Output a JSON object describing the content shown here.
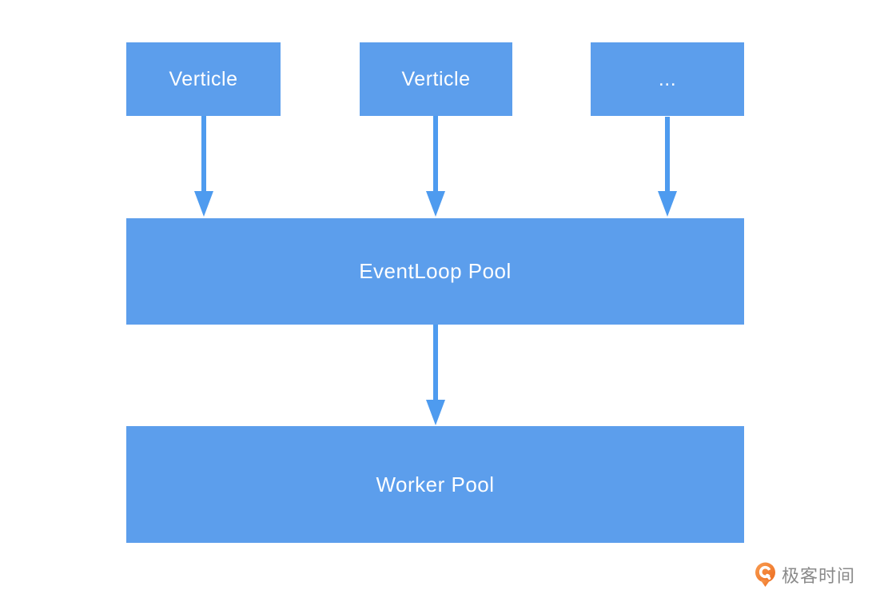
{
  "diagram": {
    "top_nodes": [
      {
        "label": "Verticle"
      },
      {
        "label": "Verticle"
      },
      {
        "label": "..."
      }
    ],
    "middle_node": {
      "label": "EventLoop Pool"
    },
    "bottom_node": {
      "label": "Worker Pool"
    },
    "arrows": [
      {
        "from": "verticle-1",
        "to": "eventloop-pool",
        "direction": "down"
      },
      {
        "from": "verticle-2",
        "to": "eventloop-pool",
        "direction": "down"
      },
      {
        "from": "verticle-3",
        "to": "eventloop-pool",
        "direction": "down"
      },
      {
        "from": "eventloop-pool",
        "to": "worker-pool",
        "direction": "down"
      }
    ]
  },
  "branding": {
    "logo_text": "极客时间"
  },
  "colors": {
    "node_fill": "#5c9eec",
    "arrow": "#4e9bef",
    "node_text": "#ffffff",
    "logo_orange_light": "#f99d52",
    "logo_orange_dark": "#ec6c1f",
    "logo_text_gray": "#8a8a8a",
    "background": "#ffffff"
  }
}
